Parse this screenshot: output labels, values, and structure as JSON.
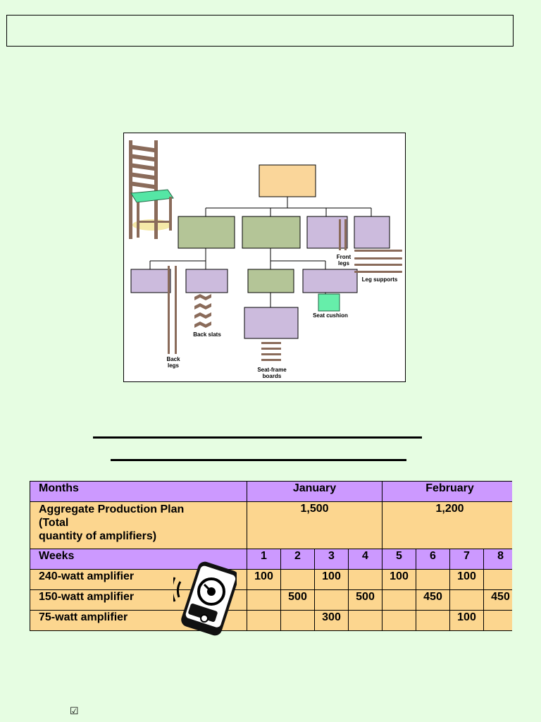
{
  "diagram": {
    "labels": {
      "front_legs": "Front\nlegs",
      "leg_supports": "Leg supports",
      "back_slats": "Back slats",
      "seat_cushion": "Seat cushion",
      "back_legs": "Back\nlegs",
      "seat_frame_boards": "Seat-frame\nboards"
    }
  },
  "table": {
    "months_label": "Months",
    "months": [
      "January",
      "February"
    ],
    "agg_label": "Aggregate Production Plan\n(Total\nquantity of amplifiers)",
    "agg_values": [
      "1,500",
      "1,200"
    ],
    "weeks_label": "Weeks",
    "weeks": [
      "1",
      "2",
      "3",
      "4",
      "5",
      "6",
      "7",
      "8"
    ],
    "rows": [
      {
        "label": "240-watt amplifier",
        "values": [
          "100",
          "",
          "100",
          "",
          "100",
          "",
          "100",
          ""
        ]
      },
      {
        "label": "150-watt amplifier",
        "values": [
          "",
          "500",
          "",
          "500",
          "",
          "450",
          "",
          "450"
        ]
      },
      {
        "label": "75-watt amplifier",
        "values": [
          "",
          "",
          "300",
          "",
          "",
          "",
          "100",
          ""
        ]
      }
    ]
  },
  "checkbox_glyph": "☑",
  "colors": {
    "background": "#e6fde2",
    "table_header": "#cc99ff",
    "table_body": "#fcd68f",
    "box_orange": "#fad69a",
    "box_green": "#b4c597",
    "box_lilac": "#ccbbdd",
    "cushion": "#66eeaa"
  }
}
